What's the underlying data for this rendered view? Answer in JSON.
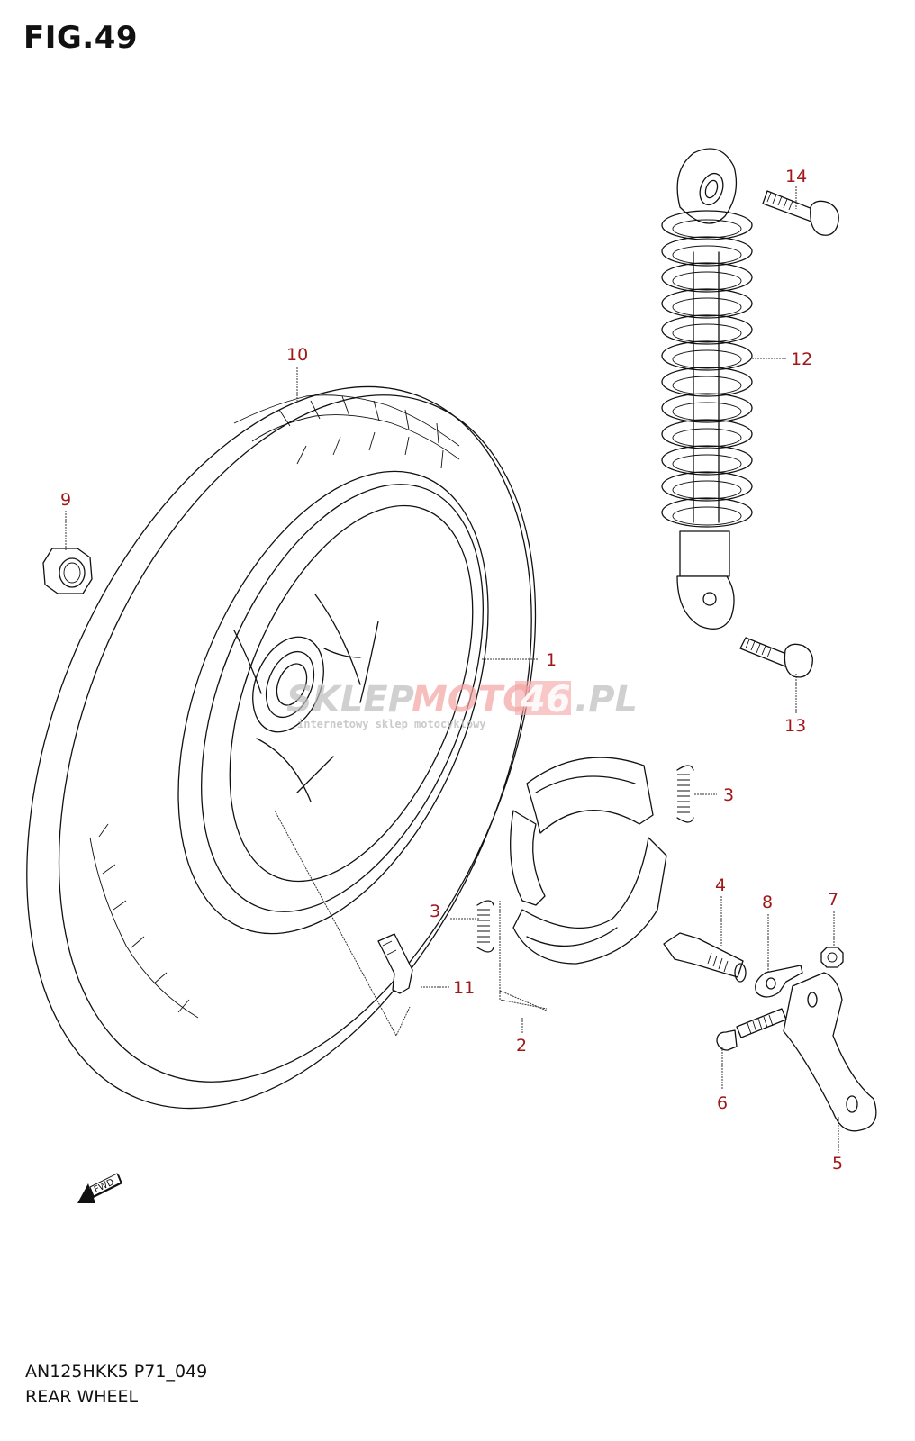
{
  "figure": {
    "title": "FIG.49",
    "model_code": "AN125HKK5 P71_049",
    "section_name": "REAR WHEEL",
    "callout_color": "#a01818"
  },
  "parts": [
    {
      "ref": "1",
      "name": "wheel"
    },
    {
      "ref": "2",
      "name": "brake-shoe-set"
    },
    {
      "ref": "3",
      "name": "brake-shoe-spring"
    },
    {
      "ref": "4",
      "name": "brake-cam-shaft"
    },
    {
      "ref": "5",
      "name": "brake-cam-lever"
    },
    {
      "ref": "6",
      "name": "lever-bolt"
    },
    {
      "ref": "7",
      "name": "lever-nut"
    },
    {
      "ref": "8",
      "name": "wear-indicator-plate"
    },
    {
      "ref": "9",
      "name": "axle-nut"
    },
    {
      "ref": "10",
      "name": "tire"
    },
    {
      "ref": "11",
      "name": "valve"
    },
    {
      "ref": "12",
      "name": "rear-shock-absorber"
    },
    {
      "ref": "13",
      "name": "shock-lower-bolt"
    },
    {
      "ref": "14",
      "name": "shock-upper-bolt"
    }
  ],
  "callouts": {
    "c1": "1",
    "c2": "2",
    "c3a": "3",
    "c3b": "3",
    "c4": "4",
    "c5": "5",
    "c6": "6",
    "c7": "7",
    "c8": "8",
    "c9": "9",
    "c10": "10",
    "c11": "11",
    "c12": "12",
    "c13": "13",
    "c14": "14"
  },
  "fwd_badge": "FWD",
  "watermark": {
    "part1": "SKLEP",
    "part2": "MOTO",
    "part3": "46",
    "part4": ".PL",
    "tagline": "internetowy sklep motocyklowy"
  }
}
